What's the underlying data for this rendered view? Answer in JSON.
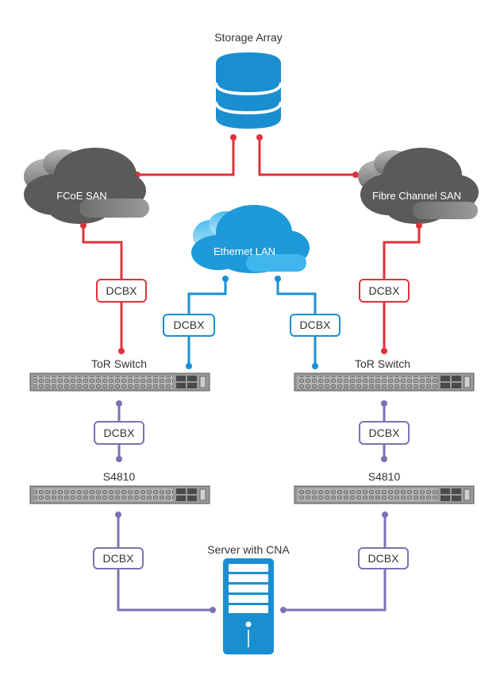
{
  "colors": {
    "fcoe_link": "#e0323c",
    "ethernet_link": "#1a8fd0",
    "server_link": "#7b72b6",
    "storage_fill": "#1a8fd0",
    "cloud_dark": "#5a5a5c",
    "cloud_light": "#8a8a8c",
    "cloud_blue": "#1e9ad8",
    "cloud_blue_light": "#3fb6ee",
    "switch_body": "#9a9a9a",
    "switch_dark": "#4a4a4a"
  },
  "nodes": {
    "storage": {
      "label": "Storage Array",
      "icon": "database-icon"
    },
    "fcoe_san": {
      "label": "FCoE SAN",
      "icon": "cloud-icon"
    },
    "fc_san": {
      "label": "Fibre Channel SAN",
      "icon": "cloud-icon"
    },
    "ethernet_lan": {
      "label": "Ethernet LAN",
      "icon": "cloud-icon"
    },
    "tor_left": {
      "label": "ToR Switch",
      "icon": "switch-icon"
    },
    "tor_right": {
      "label": "ToR Switch",
      "icon": "switch-icon"
    },
    "s4810_left": {
      "label": "S4810",
      "icon": "switch-icon"
    },
    "s4810_right": {
      "label": "S4810",
      "icon": "switch-icon"
    },
    "server": {
      "label": "Server with CNA",
      "icon": "server-icon"
    }
  },
  "links": [
    {
      "from": "FCoE SAN",
      "to": "ToR Switch",
      "protocol": "DCBX",
      "color": "red"
    },
    {
      "from": "Ethernet LAN",
      "to": "ToR Switch",
      "protocol": "DCBX",
      "color": "blue"
    },
    {
      "from": "Ethernet LAN",
      "to": "ToR Switch",
      "protocol": "DCBX",
      "color": "blue"
    },
    {
      "from": "Fibre Channel SAN",
      "to": "ToR Switch",
      "protocol": "DCBX",
      "color": "red"
    },
    {
      "from": "ToR Switch",
      "to": "S4810",
      "protocol": "DCBX",
      "color": "purple"
    },
    {
      "from": "ToR Switch",
      "to": "S4810",
      "protocol": "DCBX",
      "color": "purple"
    },
    {
      "from": "S4810",
      "to": "Server with CNA",
      "protocol": "DCBX",
      "color": "purple"
    },
    {
      "from": "S4810",
      "to": "Server with CNA",
      "protocol": "DCBX",
      "color": "purple"
    }
  ]
}
